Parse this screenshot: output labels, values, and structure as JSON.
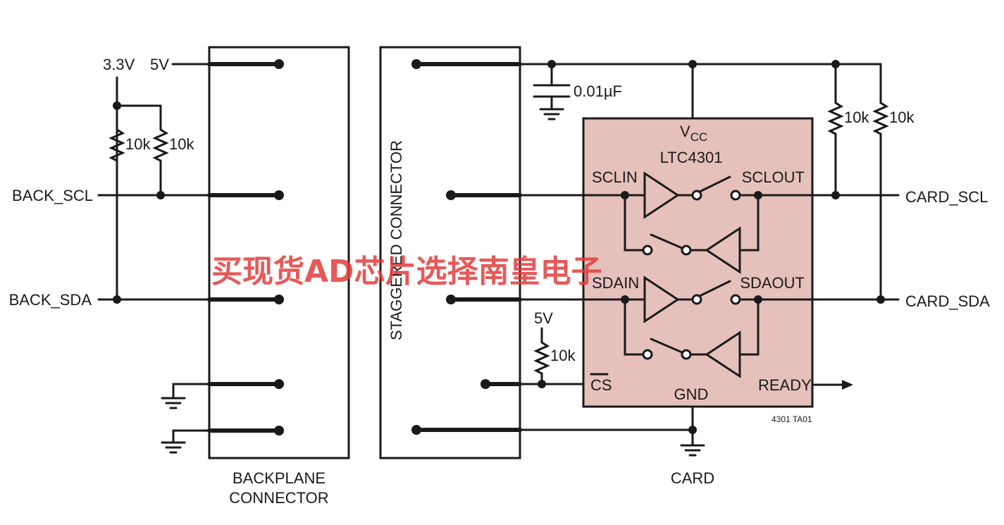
{
  "labels": {
    "v33": "3.3V",
    "v5": "5V",
    "r1": "10k",
    "r2": "10k",
    "r3": "10k",
    "r4": "10k",
    "r5": "10k",
    "back_scl": "BACK_SCL",
    "back_sda": "BACK_SDA",
    "cap": "0.01µF",
    "vcc": "V",
    "vcc_sub": "CC",
    "chip": "LTC4301",
    "sclin": "SCLIN",
    "sclout": "SCLOUT",
    "sdain": "SDAIN",
    "sdaout": "SDAOUT",
    "card_scl": "CARD_SCL",
    "card_sda": "CARD_SDA",
    "v5b": "5V",
    "cs": "CS",
    "gnd": "GND",
    "ready": "READY",
    "ref": "4301 TA01",
    "card": "CARD",
    "backplane1": "BACKPLANE",
    "backplane2": "CONNECTOR",
    "staggered": "STAGGERED CONNECTOR"
  },
  "watermark": "买现货AD芯片选择南皇电子",
  "colors": {
    "chip_fill": "#e6c1bb",
    "watermark": "#e23c3c"
  }
}
